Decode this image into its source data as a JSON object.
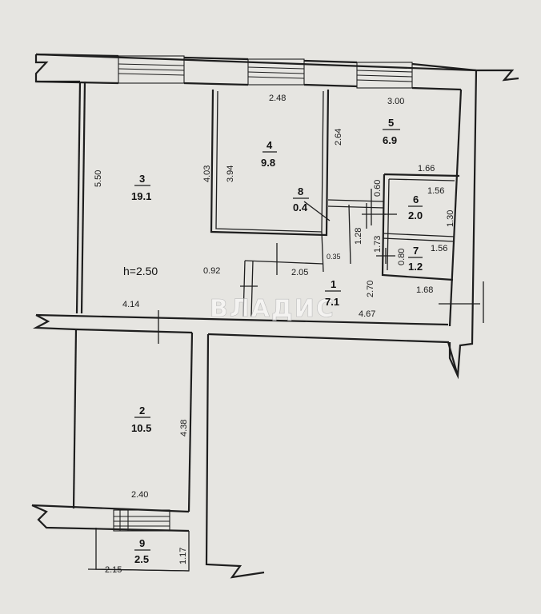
{
  "plan": {
    "ceiling_height": "h=2.50",
    "watermark": "ВЛАДИС",
    "rooms": [
      {
        "num": "1",
        "area": "7.1"
      },
      {
        "num": "2",
        "area": "10.5"
      },
      {
        "num": "3",
        "area": "19.1"
      },
      {
        "num": "4",
        "area": "9.8"
      },
      {
        "num": "5",
        "area": "6.9"
      },
      {
        "num": "6",
        "area": "2.0"
      },
      {
        "num": "7",
        "area": "1.2"
      },
      {
        "num": "8",
        "area": "0.4"
      },
      {
        "num": "9",
        "area": "2.5"
      }
    ],
    "dims": {
      "d248": "2.48",
      "d300": "3.00",
      "d264": "2.64",
      "d403": "4.03",
      "d394": "3.94",
      "d550": "5.50",
      "d166": "1.66",
      "d060": "0.60",
      "d156a": "1.56",
      "d130": "1.30",
      "d128": "1.28",
      "d173": "1.73",
      "d080": "0.80",
      "d156b": "1.56",
      "d035": "0.35",
      "d092": "0.92",
      "d205": "2.05",
      "d270": "2.70",
      "d168": "1.68",
      "d414": "4.14",
      "d467": "4.67",
      "d438": "4.38",
      "d240": "2.40",
      "d215": "2.15",
      "d117": "1.17"
    }
  }
}
